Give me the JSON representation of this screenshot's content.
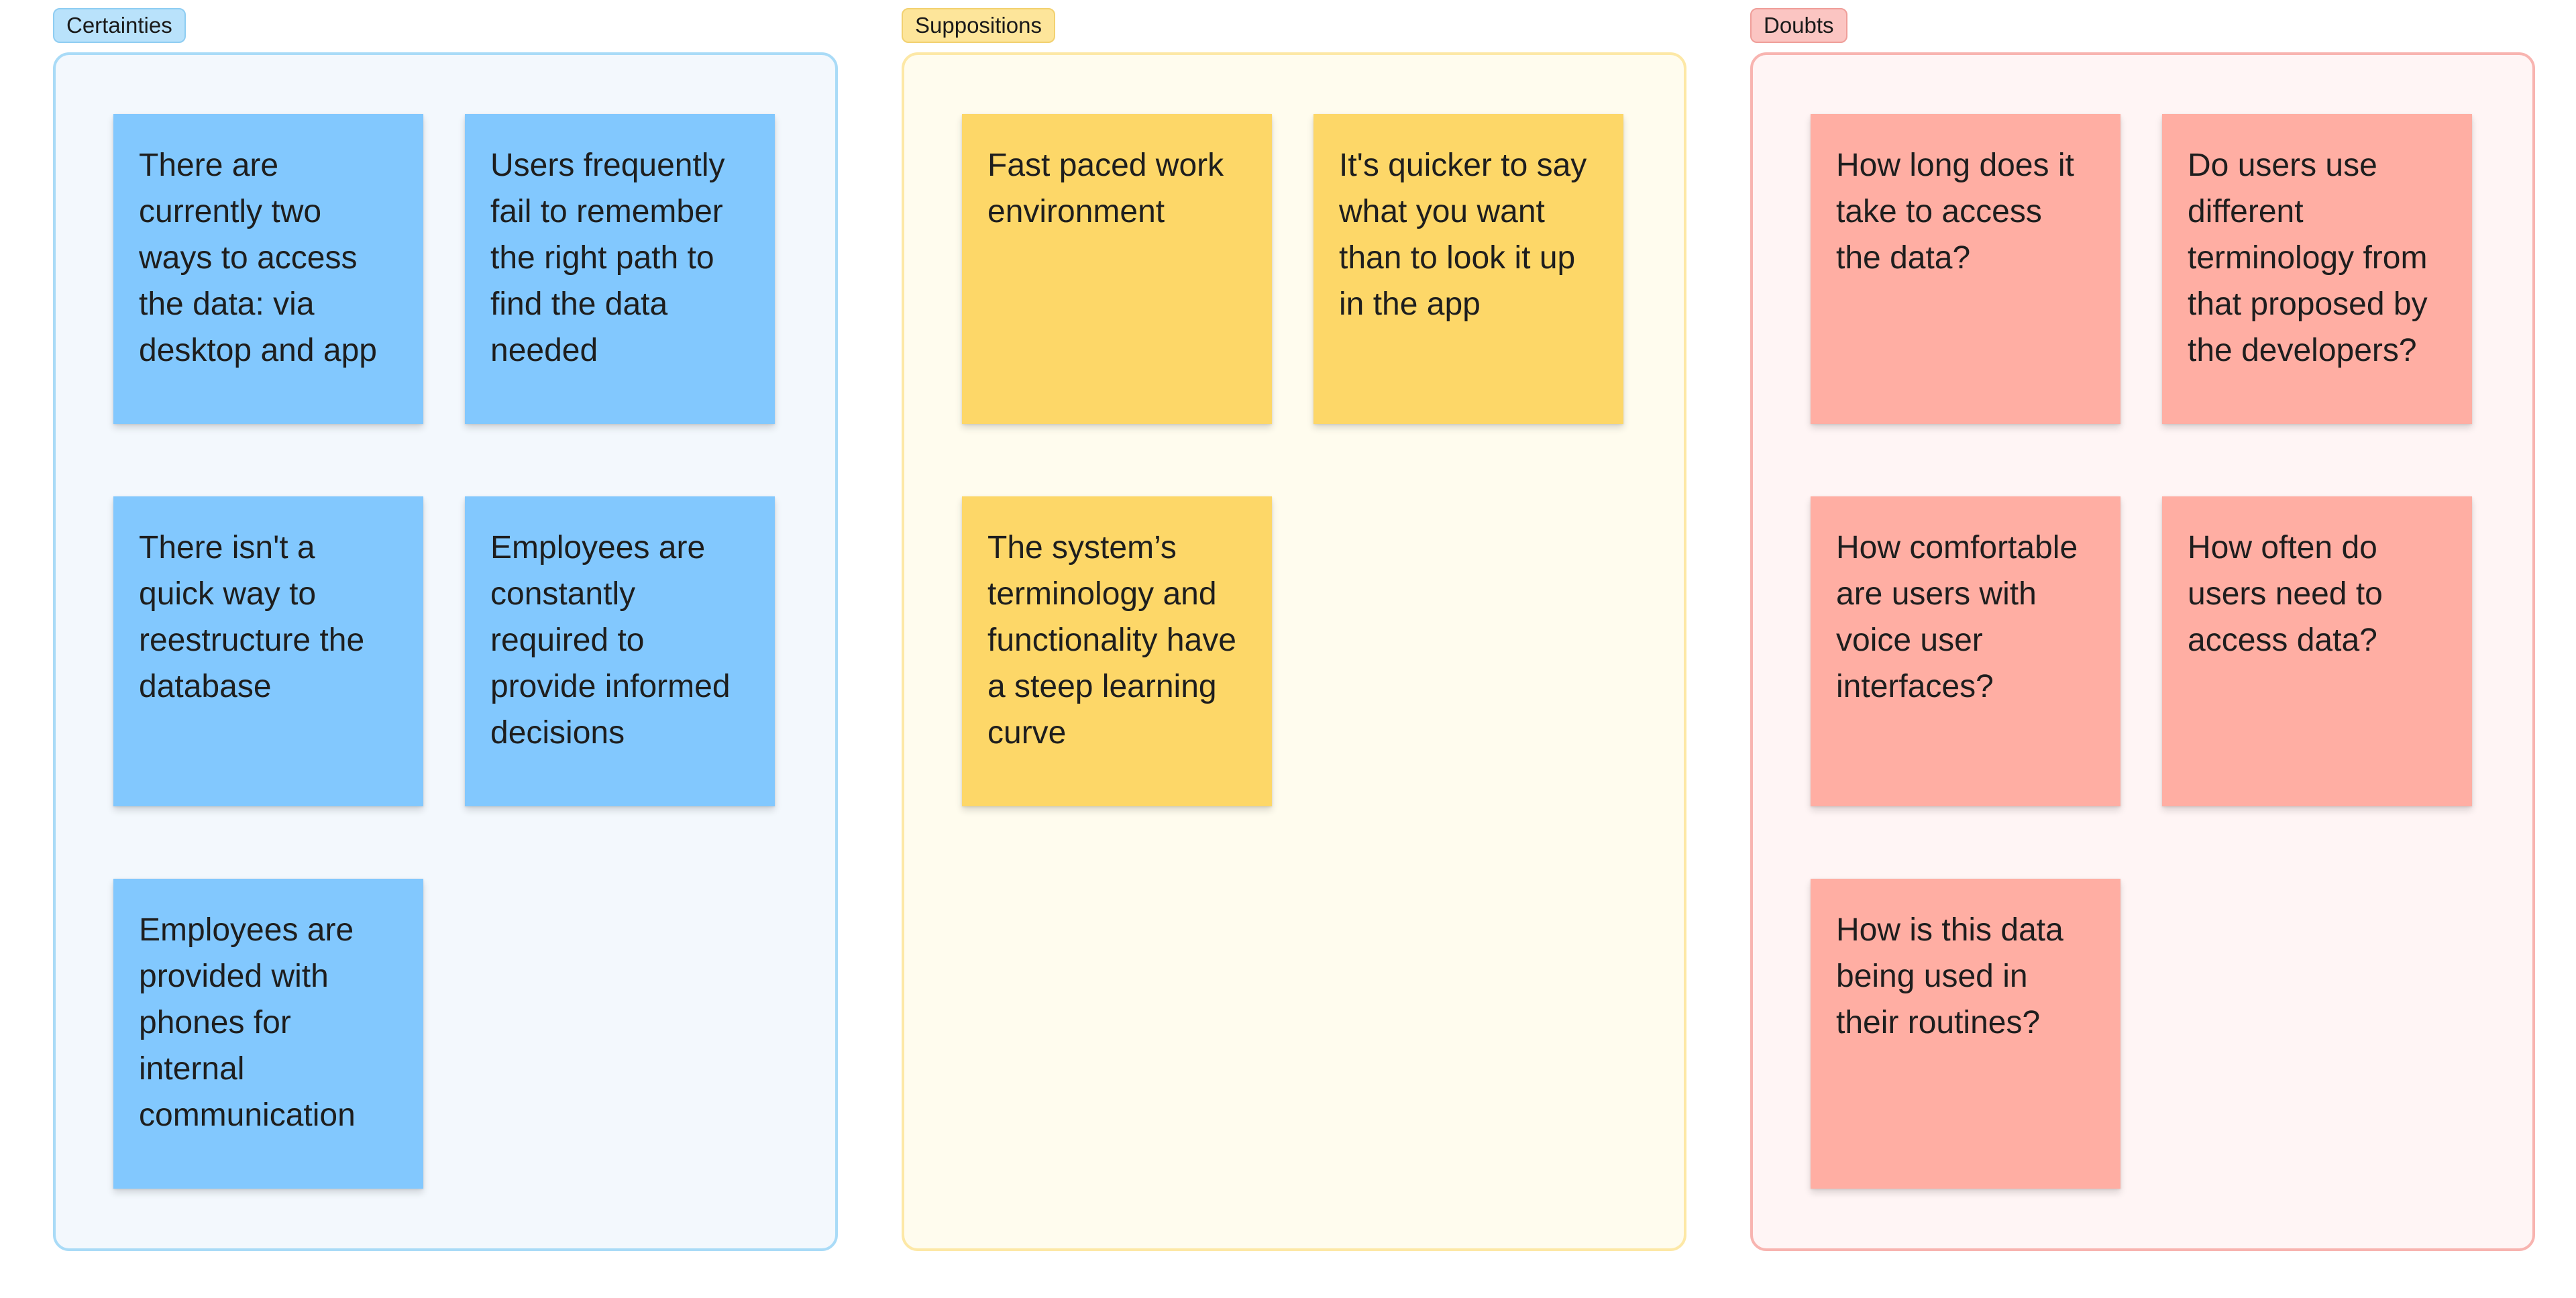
{
  "board": {
    "columns": [
      {
        "title": "Certainties",
        "color": "#82c8fe",
        "notes": [
          "There are currently two ways to access the data: via desktop and app",
          "Users frequently fail to remember the right path to find the data needed",
          "There isn't a quick way to reestructure the database",
          "Employees are constantly required to provide informed decisions",
          "Employees are provided with phones for internal communication"
        ]
      },
      {
        "title": "Suppositions",
        "color": "#fdd768",
        "notes": [
          "Fast paced work environment",
          "It's quicker to say what you want than to look it up in the app",
          "The system’s terminology and functionality have a steep learning curve"
        ]
      },
      {
        "title": "Doubts",
        "color": "#ffaea3",
        "notes": [
          "How long does it take to access the data?",
          "Do users use different terminology from that proposed by the developers?",
          "How comfortable are users with voice user interfaces?",
          "How often do users need to access data?",
          "How is this data being used in their routines?"
        ]
      }
    ]
  }
}
